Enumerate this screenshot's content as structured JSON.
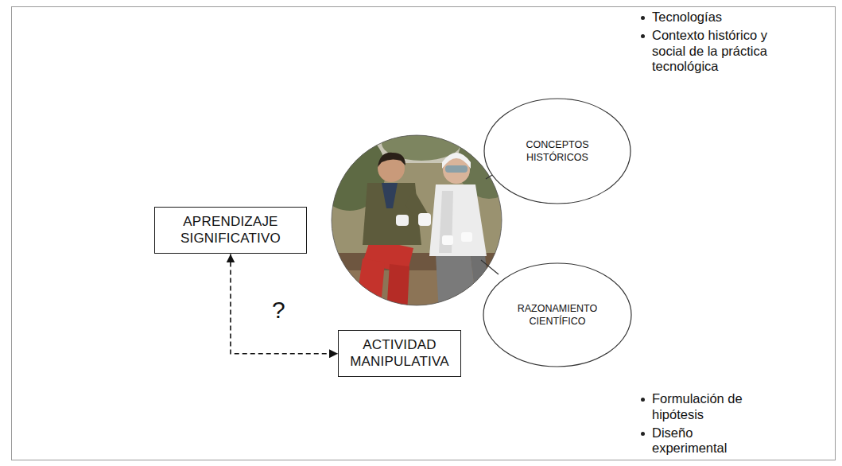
{
  "diagram": {
    "nodes": [
      {
        "text": [
          "APRENDIZAJE SIGNIFICATIVO"
        ]
      },
      {
        "text": [
          "ACTIVIDAD MANIPULATIVA"
        ]
      },
      {
        "text": [
          "CONCEPTOS HISTÓRICOS"
        ]
      },
      {
        "text": [
          "RAZONAMIENTO CIENTÍFICO"
        ]
      }
    ],
    "edges": [
      {
        "from": 0,
        "to": 1,
        "arrow": "both",
        "label": "?"
      }
    ],
    "labels": [
      "Tecnologías",
      "Contexto histórico y social de la práctica tecnológica",
      "Formulación de hipótesis",
      "Diseño experimental"
    ]
  }
}
